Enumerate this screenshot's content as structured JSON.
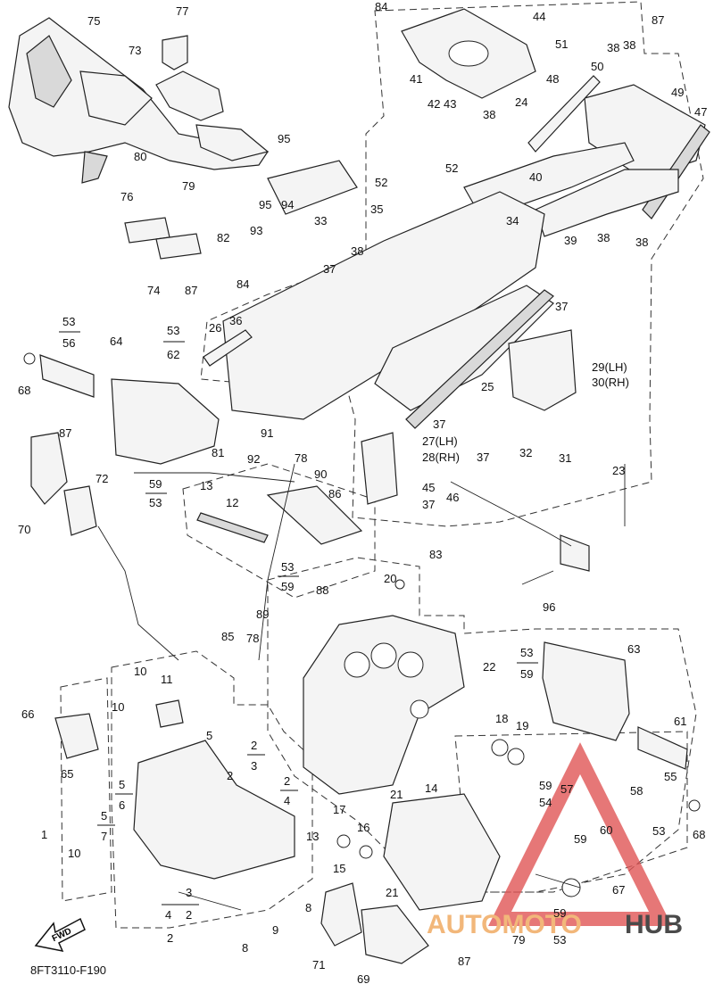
{
  "diagram_code": "8FT3110-F190",
  "fwd_label": "FWD",
  "watermark": {
    "part1": "AUTOMOTO",
    "part2": "HUB",
    "color_auto": "#f2b77a",
    "color_hub": "#4a4a4a",
    "triangle_color": "#e05555"
  },
  "callouts": {
    "c84": "84",
    "c44": "44",
    "c87a": "87",
    "c75": "75",
    "c77": "77",
    "c73": "73",
    "c51": "51",
    "c38a": "38",
    "c38b": "38",
    "c50": "50",
    "c48": "48",
    "c49": "49",
    "c47": "47",
    "c41": "41",
    "c42": "42",
    "c43": "43",
    "c24": "24",
    "c38c": "38",
    "c95a": "95",
    "c80": "80",
    "c79": "79",
    "c52a": "52",
    "c52b": "52",
    "c40": "40",
    "c76": "76",
    "c95b": "95",
    "c94": "94",
    "c35": "35",
    "c34": "34",
    "c33": "33",
    "c38d": "38",
    "c93": "93",
    "c82": "82",
    "c37a": "37",
    "c74": "74",
    "c87b": "87",
    "c84b": "84",
    "c39": "39",
    "c38e": "38",
    "c38f": "38",
    "c37b": "37",
    "c26": "26",
    "c36": "36",
    "c53a": "53",
    "c56": "56",
    "c53b": "53",
    "c62": "62",
    "c64": "64",
    "c68a": "68",
    "c29": "29(LH)",
    "c30": "30(RH)",
    "c25": "25",
    "c91": "91",
    "c37c": "37",
    "c27": "27(LH)",
    "c28": "28(RH)",
    "c32": "32",
    "c31": "31",
    "c87c": "87",
    "c81": "81",
    "c78a": "78",
    "c86": "86",
    "c92": "92",
    "c37d": "37",
    "c72": "72",
    "c59a": "59",
    "c53c": "53",
    "c90": "90",
    "c45": "45",
    "c46": "46",
    "c37e": "37",
    "c23": "23",
    "c70": "70",
    "c13a": "13",
    "c12": "12",
    "c96": "96",
    "c83": "83",
    "c20": "20",
    "c53d": "53",
    "c59b": "59",
    "c88": "88",
    "c89": "89",
    "c85": "85",
    "c78b": "78",
    "c63": "63",
    "c53e": "53",
    "c59c": "59",
    "c22": "22",
    "c10a": "10",
    "c11": "11",
    "c66": "66",
    "c10b": "10",
    "c65": "65",
    "c5a": "5",
    "c2a": "2",
    "c3a": "3",
    "c18": "18",
    "c19": "19",
    "c61": "61",
    "c55": "55",
    "c2b": "2",
    "c4a": "4",
    "c5b": "5",
    "c6": "6",
    "c2c": "2",
    "c59d": "59",
    "c57": "57",
    "c58": "58",
    "c54": "54",
    "c60": "60",
    "c53f": "53",
    "c68b": "68",
    "c1": "1",
    "c5c": "5",
    "c7": "7",
    "c21a": "21",
    "c14": "14",
    "c17": "17",
    "c16": "16",
    "c13b": "13",
    "c59e": "59",
    "c10c": "10",
    "c15": "15",
    "c8a": "8",
    "c9": "9",
    "c21b": "21",
    "c67": "67",
    "c3b": "3",
    "c4b": "4",
    "c2d": "2",
    "c2e": "2",
    "c59f": "59",
    "c8b": "8",
    "c79b": "79",
    "c53g": "53",
    "c71": "71",
    "c69": "69",
    "c87d": "87"
  }
}
